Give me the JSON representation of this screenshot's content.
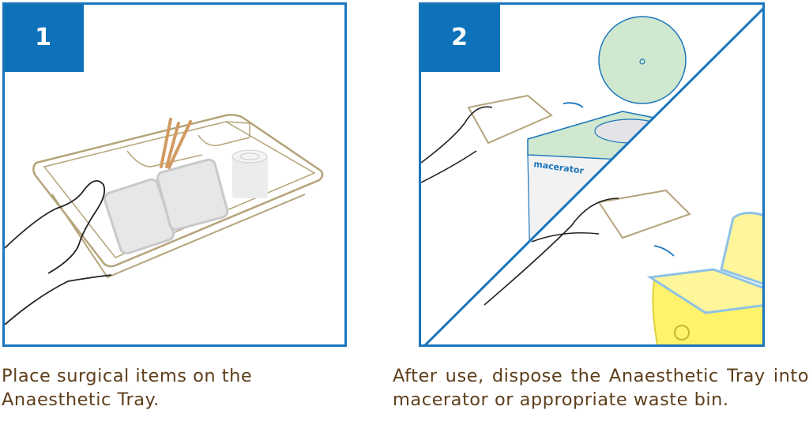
{
  "steps": [
    {
      "number": "1",
      "caption": "Place surgical items on the Anaesthetic Tray.",
      "illustration": "hand-holding-tray-with-surgical-items"
    },
    {
      "number": "2",
      "caption": "After use, dispose the Anaesthetic Tray into macerator or appropriate waste bin.",
      "illustration": "tray-disposal-macerator-and-waste-bin",
      "macerator_label": "macerator"
    }
  ],
  "colors": {
    "frame_blue": "#1a75bc",
    "badge_blue": "#0d72b9",
    "caption_brown": "#5e3f1c",
    "tray_tan": "#b5a47a",
    "macerator_green": "#cfe8cf",
    "bin_yellow": "#fff36b"
  }
}
